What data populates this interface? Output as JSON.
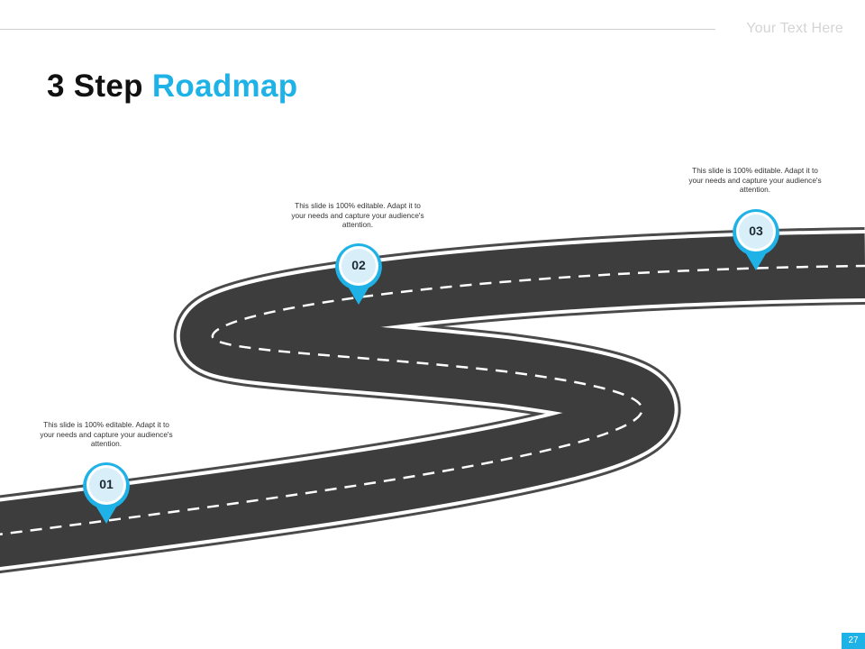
{
  "header": {
    "placeholder_text": "Your Text Here"
  },
  "title": {
    "main": "3 Step ",
    "accent": "Roadmap"
  },
  "colors": {
    "accent": "#1fb2e6",
    "road": "#3d3d3d",
    "pin_inner": "#d8eef9"
  },
  "steps": [
    {
      "number": "01",
      "text": "This slide is 100% editable. Adapt it to your needs and capture your audience's attention."
    },
    {
      "number": "02",
      "text": "This slide is 100% editable. Adapt it to your needs and capture your audience's attention."
    },
    {
      "number": "03",
      "text": "This slide is 100% editable. Adapt it to your needs and capture your audience's attention."
    }
  ],
  "page_number": "27"
}
